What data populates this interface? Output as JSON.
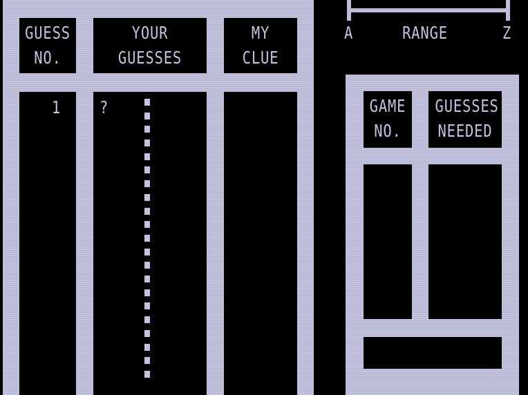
{
  "colors": {
    "frame": "#c2c1dd",
    "text": "#c8c7e3",
    "background": "#000000"
  },
  "log_table": {
    "headers": {
      "guess_no_line1": "GUESS",
      "guess_no_line2": "NO.",
      "your_guesses_line1": "YOUR",
      "your_guesses_line2": "GUESSES",
      "my_clue_line1": "MY",
      "my_clue_line2": "CLUE"
    },
    "rows": [
      {
        "guess_no": "1",
        "your_guess": "?",
        "my_clue": ""
      }
    ]
  },
  "range": {
    "label": "RANGE",
    "low": "A",
    "high": "Z"
  },
  "score_table": {
    "headers": {
      "game_no_line1": "GAME",
      "game_no_line2": "NO.",
      "guesses_needed_line1": "GUESSES",
      "guesses_needed_line2": "NEEDED"
    },
    "rows": [],
    "footer": ""
  }
}
